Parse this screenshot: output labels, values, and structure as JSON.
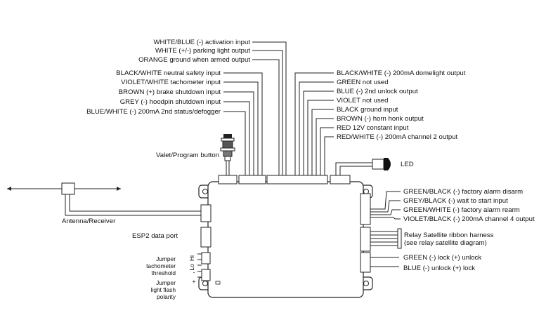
{
  "top_left_wires": [
    "WHITE/BLUE (-) activation input",
    "WHITE (+/-) parking light output",
    "ORANGE ground when armed output"
  ],
  "left_wires": [
    "BLACK/WHITE neutral safety input",
    "VIOLET/WHITE tachometer input",
    "BROWN (+) brake shutdown input",
    "GREY (-) hoodpin shutdown input",
    "BLUE/WHITE (-) 200mA 2nd status/defogger"
  ],
  "right_top_wires": [
    "BLACK/WHITE (-) 200mA domelight output",
    "GREEN not used",
    "BLUE (-) 2nd unlock output",
    "VIOLET not used",
    "BLACK ground input",
    "BROWN  (-) horn honk output",
    "RED 12V constant input",
    "RED/WHITE (-) 200mA channel 2 output"
  ],
  "right_side_wires": [
    "GREEN/BLACK (-) factory alarm disarm",
    "GREY/BLACK (-) wait to start input",
    "GREEN/WHITE (-) factory alarm rearm",
    "VIOLET/BLACK (-) 200mA channel 4 output"
  ],
  "labels": {
    "valet_button": "Valet/Program button",
    "led": "LED",
    "antenna": "Antenna/Receiver",
    "esp2": "ESP2 data port",
    "relay_line1": "Relay Satellite ribbon harness",
    "relay_line2": "(see relay satellite diagram)",
    "lock_green": "GREEN (-) lock (+) unlock",
    "lock_blue": "BLUE (-) unlock (+) lock",
    "jumper_tach_1": "Jumper",
    "jumper_tach_2": "tachometer",
    "jumper_tach_3": "threshold",
    "jumper_flash_1": "Jumper",
    "jumper_flash_2": "light flash",
    "jumper_flash_3": "polarity",
    "hi": "Hi",
    "lo": "Lo",
    "minus": "-",
    "plus": "+"
  }
}
